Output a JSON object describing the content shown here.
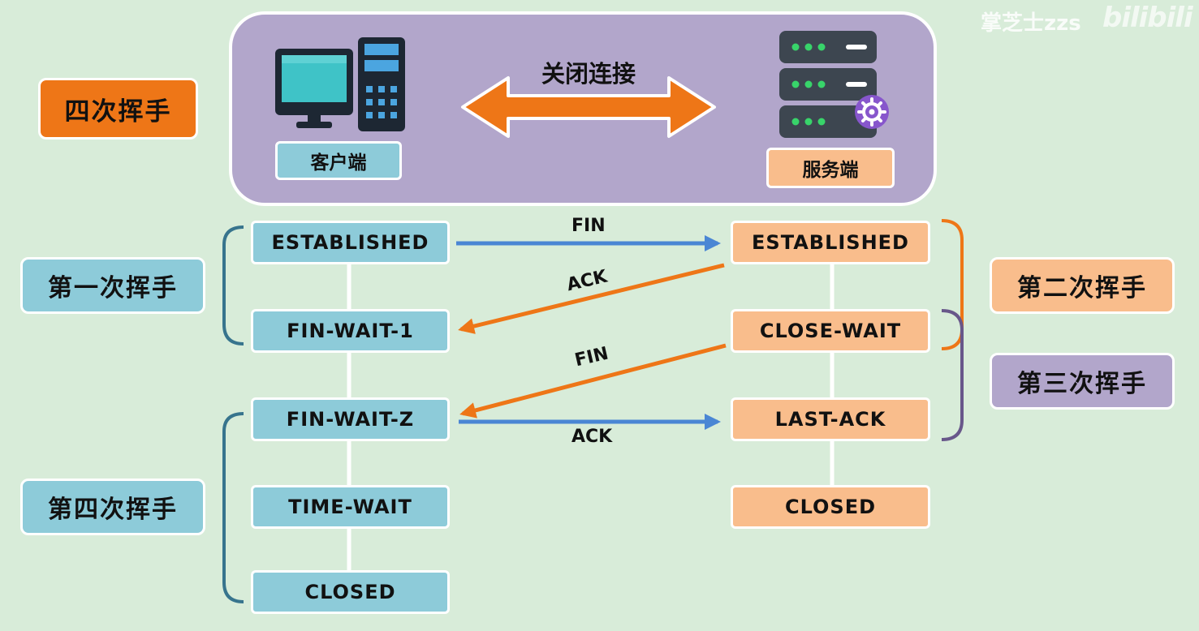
{
  "title": "四次挥手",
  "watermark": "掌芝士zzs",
  "watermark_logo": "bilibili",
  "header": {
    "client_label": "客户端",
    "server_label": "服务端",
    "connection_label": "关闭连接"
  },
  "stages": {
    "first": "第一次挥手",
    "second": "第二次挥手",
    "third": "第三次挥手",
    "fourth": "第四次挥手"
  },
  "client_states": [
    "ESTABLISHED",
    "FIN-WAIT-1",
    "FIN-WAIT-Z",
    "TIME-WAIT",
    "CLOSED"
  ],
  "server_states": [
    "ESTABLISHED",
    "CLOSE-WAIT",
    "LAST-ACK",
    "CLOSED"
  ],
  "messages": {
    "fin1": "FIN",
    "ack1": "ACK",
    "fin2": "FIN",
    "ack2": "ACK"
  },
  "colors": {
    "client": "#8dcbd9",
    "server": "#f9bd8c",
    "orange": "#ee7617",
    "blue": "#4a86d4",
    "purple": "#b2a6cb"
  }
}
